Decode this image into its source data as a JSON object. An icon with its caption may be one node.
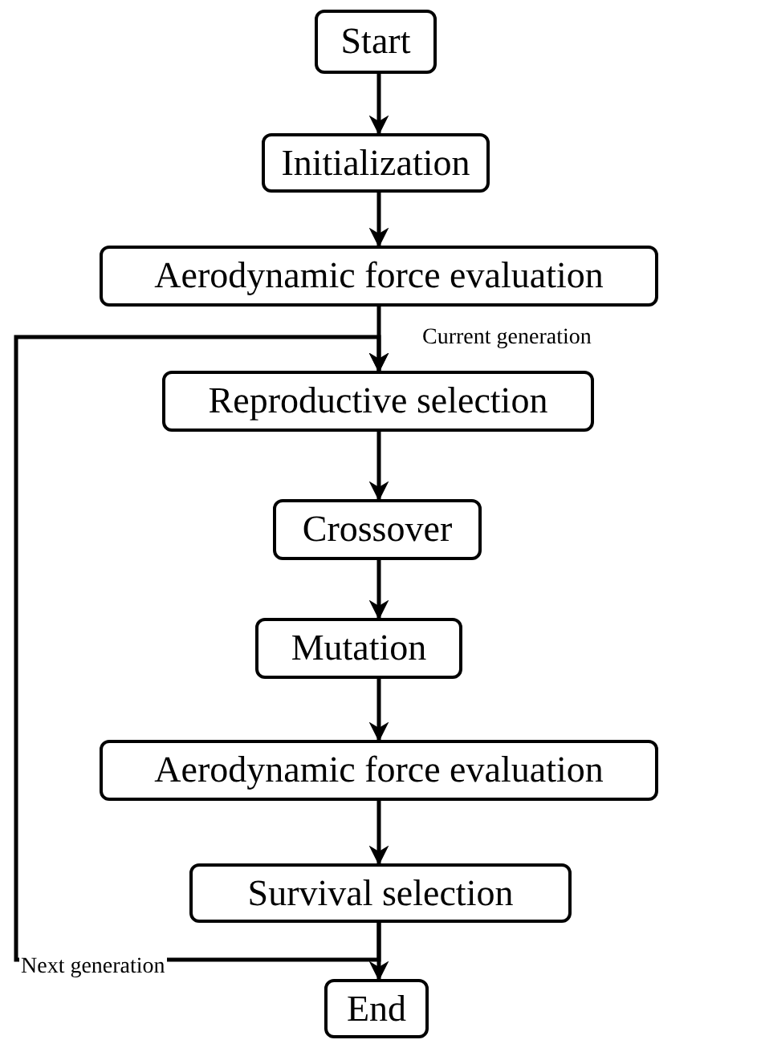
{
  "diagram": {
    "nodes": [
      {
        "text": [
          "Start"
        ]
      },
      {
        "text": [
          "Initialization"
        ]
      },
      {
        "text": [
          "Aerodynamic force evaluation"
        ]
      },
      {
        "text": [
          "Reproductive selection"
        ]
      },
      {
        "text": [
          "Crossover"
        ]
      },
      {
        "text": [
          "Mutation"
        ]
      },
      {
        "text": [
          "Aerodynamic force evaluation"
        ]
      },
      {
        "text": [
          "Survival selection"
        ]
      },
      {
        "text": [
          "End"
        ]
      }
    ],
    "edges": [
      {
        "from": 0,
        "to": 1,
        "arrow": "to"
      },
      {
        "from": 1,
        "to": 2,
        "arrow": "to"
      },
      {
        "from": 2,
        "to": 3,
        "arrow": "to"
      },
      {
        "from": 3,
        "to": 4,
        "arrow": "to"
      },
      {
        "from": 4,
        "to": 5,
        "arrow": "to"
      },
      {
        "from": 5,
        "to": 6,
        "arrow": "to"
      },
      {
        "from": 6,
        "to": 7,
        "arrow": "to"
      },
      {
        "from": 7,
        "to": 8,
        "arrow": "to"
      },
      {
        "from": 7,
        "to": 3,
        "arrow": "to",
        "label": "Next generation"
      }
    ],
    "labels": [
      "Current generation"
    ]
  }
}
